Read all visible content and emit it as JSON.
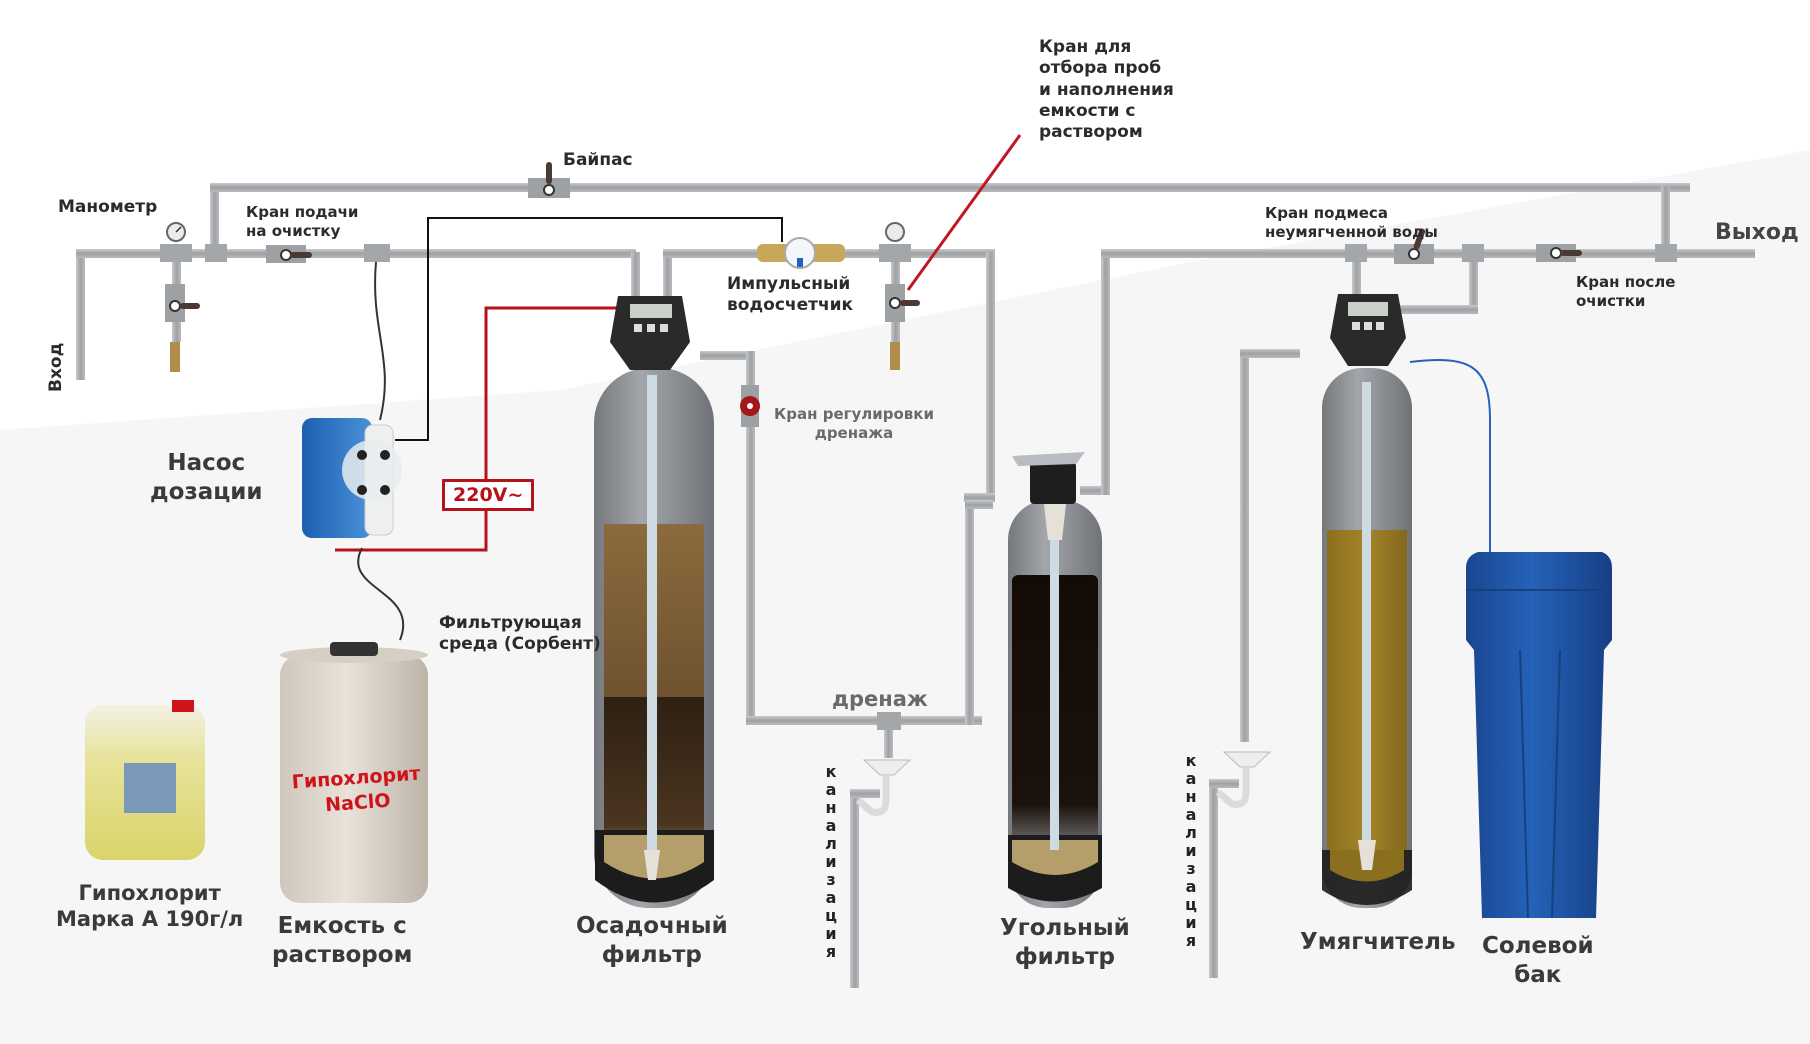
{
  "diagram": {
    "type": "water treatment system schematic",
    "colors": {
      "pipe": "#a9acaf",
      "pipe_dark": "#8d9093",
      "power_wire": "#b5121b",
      "signal_wire": "#111111",
      "sediment_media": "#8a6a3a",
      "sediment_dark": "#3b2a18",
      "carbon_media": "#140c08",
      "softener_media": "#9c7c22",
      "brine_tank": "#1f56a8",
      "tank_shell": "#8f9296",
      "label_red": "#d0121b"
    },
    "labels": {
      "inlet": "Вход",
      "outlet": "Выход",
      "manometer": "Манометр",
      "feed_valve": "Кран подачи\nна очистку",
      "bypass": "Байпас",
      "pulse_meter": "Импульсный\nводосчетчик",
      "sample_valve": "Кран для\nотбора проб\nи наполнения\nемкости с\nраствором",
      "mix_valve": "Кран подмеса\nнеумягченной воды",
      "after_valve": "Кран после\nочистки",
      "dosing_pump": "Насос\nдозации",
      "voltage": "220V~",
      "drain_regulator": "Кран регулировки\nдренажа",
      "filter_media": "Фильтрующая\nсреда (Сорбент)",
      "drain": "дренаж",
      "sewer": "канализация",
      "canister": "Гипохлорит\nМарка А 190г/л",
      "solution_tank": "Емкость с\nраствором",
      "solution_tank_print": "Гипохлорит\nNaClO",
      "sediment_filter": "Осадочный\nфильтр",
      "carbon_filter": "Угольный\nфильтр",
      "softener": "Умягчитель",
      "brine_tank": "Солевой\nбак"
    }
  }
}
